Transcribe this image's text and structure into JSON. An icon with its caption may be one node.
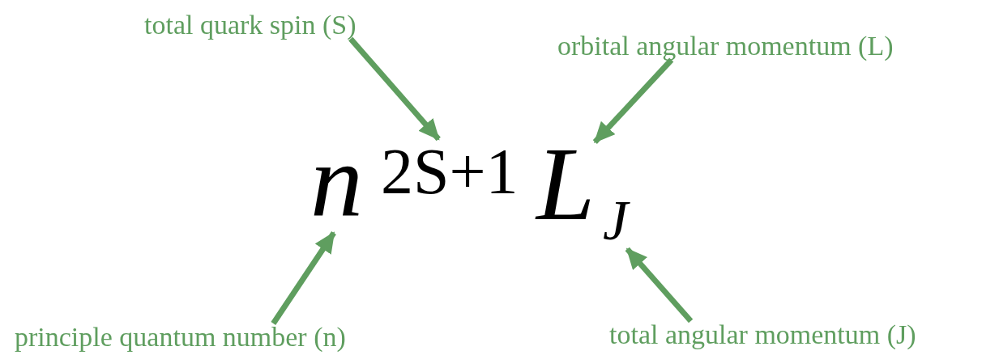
{
  "diagram": {
    "nodes": [
      {
        "text": [
          "total quark spin (S)"
        ]
      },
      {
        "text": [
          "orbital angular momentum (L)"
        ]
      },
      {
        "text": [
          "n"
        ]
      },
      {
        "text": [
          "2S+1"
        ]
      },
      {
        "text": [
          "L"
        ]
      },
      {
        "text": [
          "J"
        ]
      },
      {
        "text": [
          "principle quantum number (n)"
        ]
      },
      {
        "text": [
          "total angular momentum (J)"
        ]
      }
    ],
    "edges": [
      {
        "from": 0,
        "to": 3,
        "arrow": "to"
      },
      {
        "from": 1,
        "to": 4,
        "arrow": "to"
      },
      {
        "from": 6,
        "to": 2,
        "arrow": "to"
      },
      {
        "from": 7,
        "to": 5,
        "arrow": "to"
      }
    ]
  }
}
